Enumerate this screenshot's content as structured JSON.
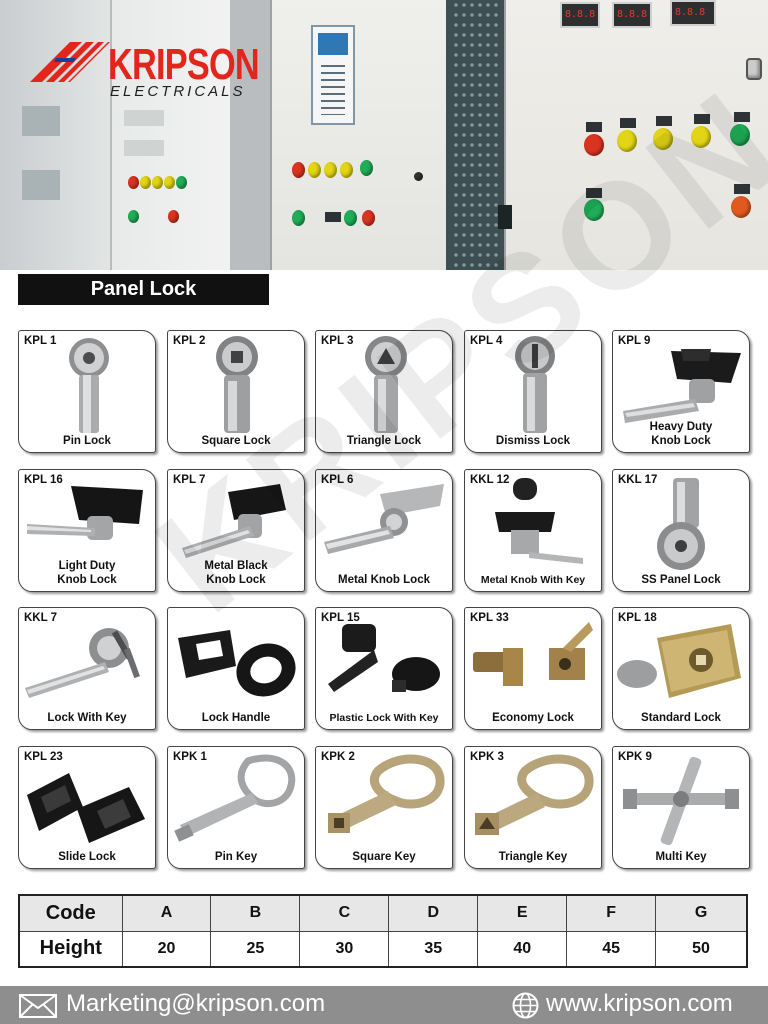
{
  "brand": {
    "name": "KRIPSON",
    "subtitle": "ELECTRICALS",
    "watermark": "KRIPSON",
    "colors": {
      "red": "#e2261c",
      "dark": "#111111",
      "footer": "#8e8e8e"
    }
  },
  "section_title": "Panel Lock",
  "products": [
    {
      "code": "KPL 1",
      "name": "Pin Lock",
      "icon": "pin-lock-icon"
    },
    {
      "code": "KPL 2",
      "name": "Square Lock",
      "icon": "square-lock-icon"
    },
    {
      "code": "KPL 3",
      "name": "Triangle Lock",
      "icon": "triangle-lock-icon"
    },
    {
      "code": "KPL 4",
      "name": "Dismiss Lock",
      "icon": "dismiss-lock-icon"
    },
    {
      "code": "KPL 9",
      "name": "Heavy Duty\nKnob Lock",
      "icon": "heavy-duty-knob-lock-icon"
    },
    {
      "code": "KPL 16",
      "name": "Light Duty\nKnob Lock",
      "icon": "light-duty-knob-lock-icon"
    },
    {
      "code": "KPL 7",
      "name": "Metal Black\nKnob Lock",
      "icon": "metal-black-knob-lock-icon"
    },
    {
      "code": "KPL 6",
      "name": "Metal Knob Lock",
      "icon": "metal-knob-lock-icon"
    },
    {
      "code": "KKL 12",
      "name": "Metal Knob With Key",
      "icon": "metal-knob-with-key-icon"
    },
    {
      "code": "KKL 17",
      "name": "SS Panel Lock",
      "icon": "ss-panel-lock-icon"
    },
    {
      "code": "KKL 7",
      "name": "Lock With Key",
      "icon": "lock-with-key-icon"
    },
    {
      "code": "",
      "name": "Lock Handle",
      "icon": "lock-handle-icon"
    },
    {
      "code": "KPL 15",
      "name": "Plastic Lock With Key",
      "icon": "plastic-lock-with-key-icon"
    },
    {
      "code": "KPL 33",
      "name": "Economy Lock",
      "icon": "economy-lock-icon"
    },
    {
      "code": "KPL 18",
      "name": "Standard Lock",
      "icon": "standard-lock-icon"
    },
    {
      "code": "KPL 23",
      "name": "Slide Lock",
      "icon": "slide-lock-icon"
    },
    {
      "code": "KPK 1",
      "name": "Pin Key",
      "icon": "pin-key-icon"
    },
    {
      "code": "KPK 2",
      "name": "Square Key",
      "icon": "square-key-icon"
    },
    {
      "code": "KPK 3",
      "name": "Triangle Key",
      "icon": "triangle-key-icon"
    },
    {
      "code": "KPK 9",
      "name": "Multi Key",
      "icon": "multi-key-icon"
    }
  ],
  "size_table": {
    "row1_label": "Code",
    "row2_label": "Height",
    "codes": [
      "A",
      "B",
      "C",
      "D",
      "E",
      "F",
      "G"
    ],
    "heights": [
      "20",
      "25",
      "30",
      "35",
      "40",
      "45",
      "50"
    ]
  },
  "contact": {
    "email": "Marketing@kripson.com",
    "website": "www.kripson.com",
    "email_icon": "mail-icon",
    "website_icon": "globe-icon"
  }
}
